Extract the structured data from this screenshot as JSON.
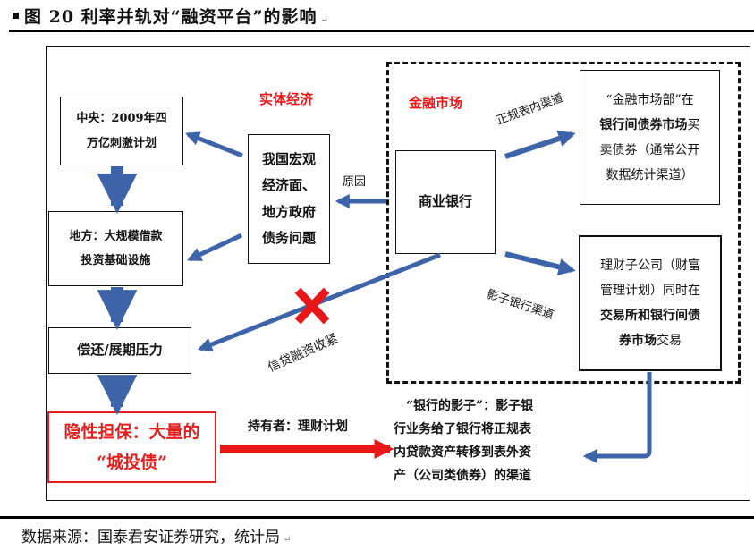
{
  "figure": {
    "title": "图 20 利率并轨对“融资平台”的影响",
    "source": "数据来源：国泰君安证券研究，统计局"
  },
  "colors": {
    "arrow_blue": "#3d64a8",
    "accent_red": "#e8171a",
    "border": "#111111"
  },
  "sections": {
    "real_economy": "实体经济",
    "financial_market": "金融市场"
  },
  "nodes": {
    "central": {
      "lines": [
        "中央：2009年四",
        "万亿刺激计划"
      ]
    },
    "local": {
      "lines": [
        "地方：大规模借款",
        "投资基础设施"
      ]
    },
    "repay": {
      "lines": [
        "偿还/展期压力"
      ]
    },
    "implicit": {
      "lines": [
        "隐性担保：大量的",
        "“城投债”"
      ]
    },
    "macro": {
      "lines": [
        "我国宏观",
        "经济面、",
        "地方政府",
        "债务问题"
      ]
    },
    "bank": {
      "lines": [
        "商业银行"
      ]
    },
    "fin_dept": {
      "line1": "“金融市场部”在",
      "line2_bold": "银行间债券市场",
      "line2_rest": "买",
      "line3": "卖债券（通常公开",
      "line4": "数据统计渠道）"
    },
    "wealth_sub": {
      "line1": "理财子公司（财富",
      "line2": "管理计划）同时在",
      "line3_bold": "交易所和银行间债",
      "line4_bold": "券市场",
      "line4_rest": "交易"
    },
    "shadow_desc": {
      "lines": [
        "“银行的影子”：影子银",
        "行业务给了银行将正规表",
        "内贷款资产转移到表外资",
        "产（公司类债券）的渠道"
      ]
    }
  },
  "edge_labels": {
    "reason": "原因",
    "formal_channel": "正规表内渠道",
    "shadow_channel": "影子银行渠道",
    "credit_tighten": "信贷融资收紧",
    "holder": "持有者：理财计划"
  },
  "icons": {
    "blocked": "red-x-icon"
  }
}
